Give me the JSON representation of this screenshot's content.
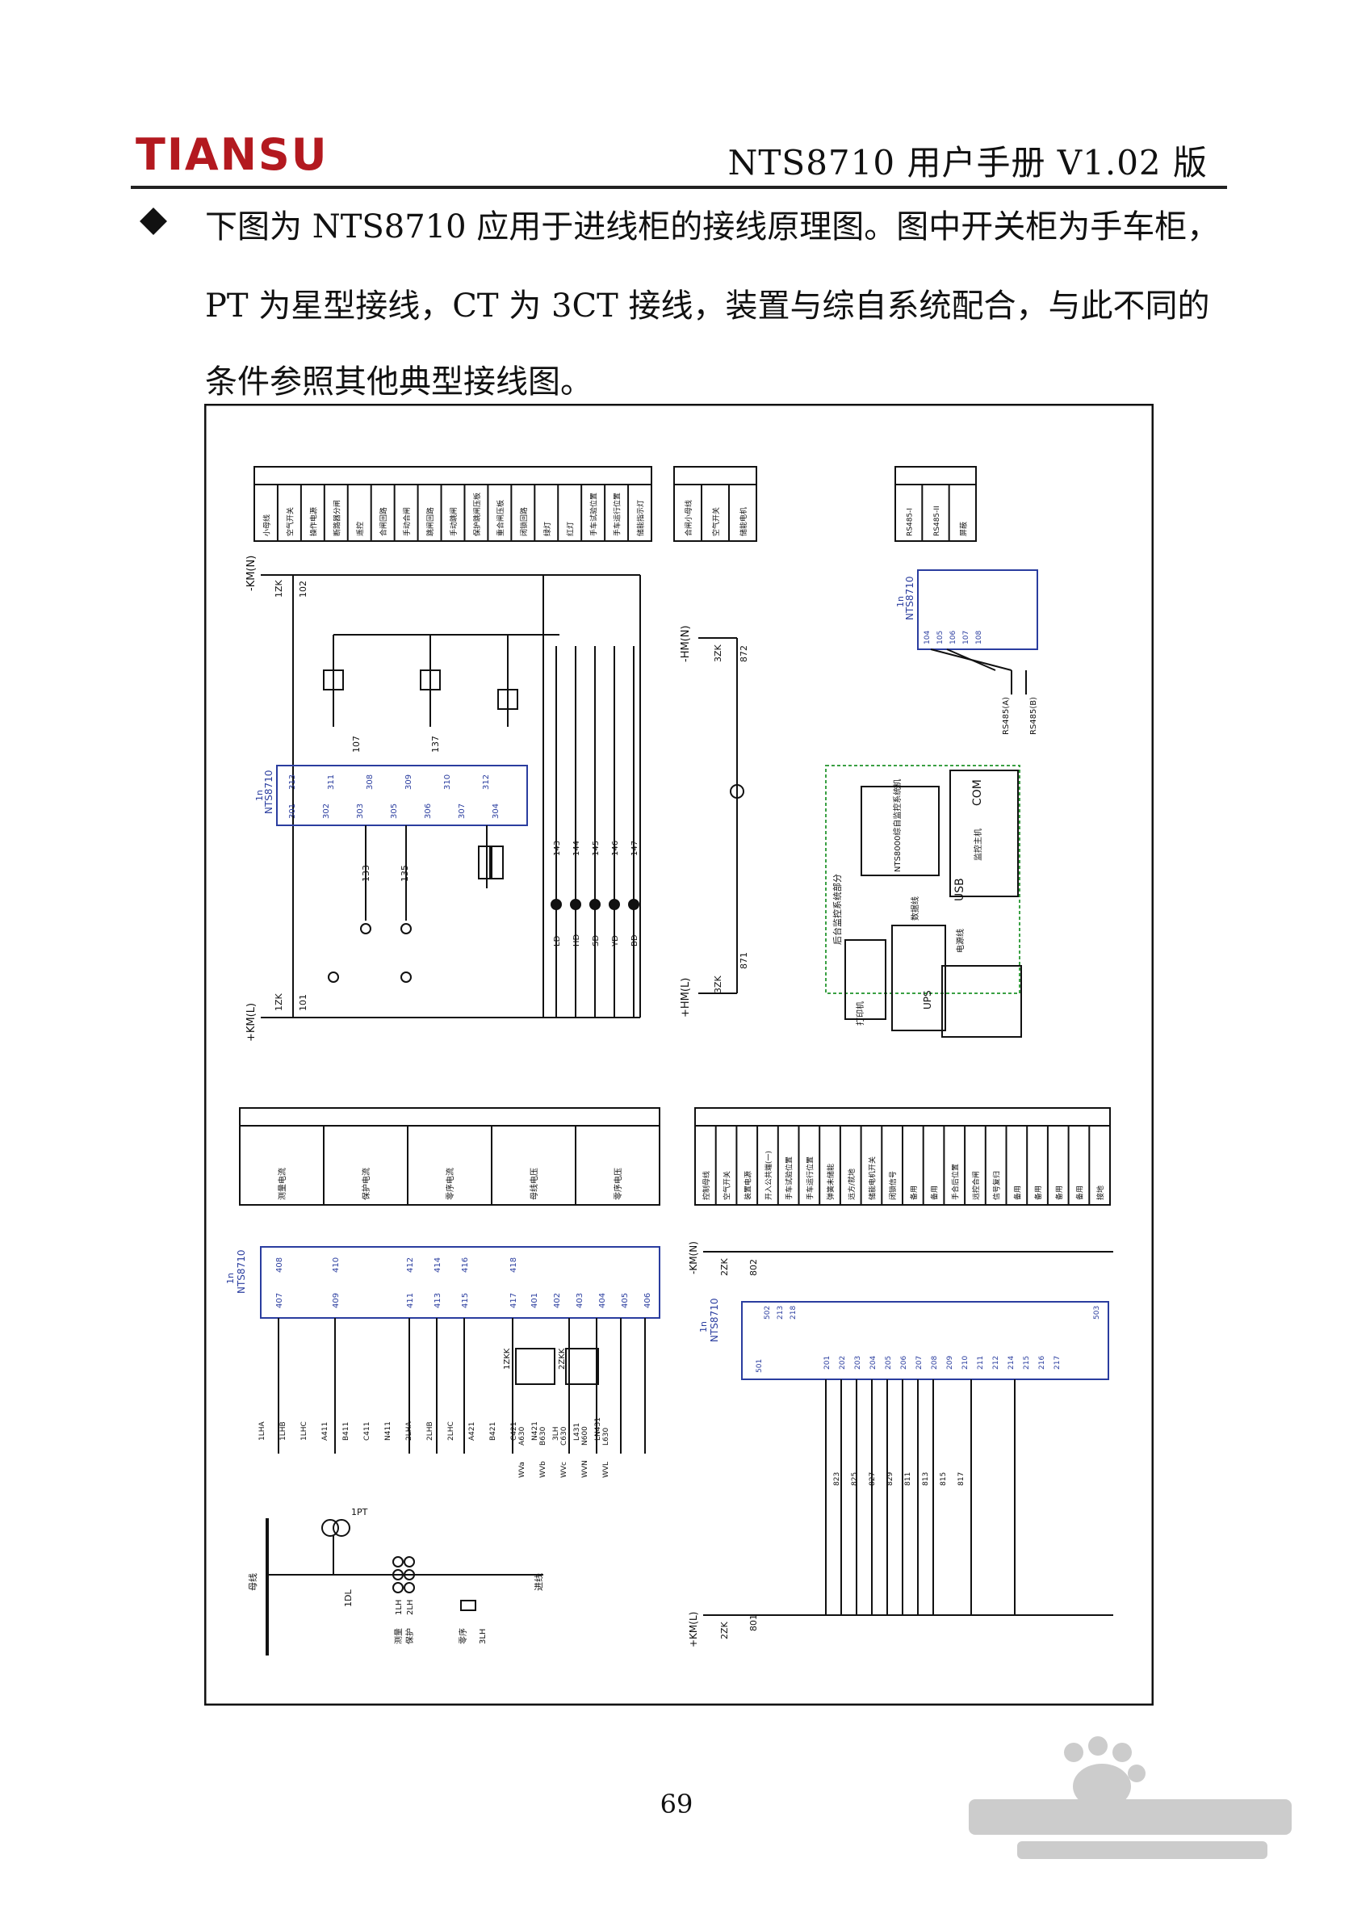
{
  "header": {
    "logo": "TIANSU",
    "title": "NTS8710 用户手册 V1.02 版"
  },
  "intro": {
    "line1": "下图为 NTS8710 应用于进线柜的接线原理图。图中开关柜为手车柜，",
    "line2": "PT 为星型接线，CT 为 3CT 接线，装置与综自系统配合，与此不同的",
    "line3": "条件参照其他典型接线图。"
  },
  "diagram": {
    "device": "NTS8710",
    "device_ref": "1n",
    "control_table_headers": [
      "小母线",
      "空气开关",
      "操作电源",
      "断路器分闸",
      "遥控",
      "合闸回路",
      "手动合闸",
      "跳闸回路",
      "手动跳闸",
      "保护跳闸压板",
      "重合闸压板",
      "闭锁回路",
      "绿灯",
      "红灯",
      "手车试验位置",
      "手车运行位置",
      "储能指示灯"
    ],
    "energy_table_headers": [
      "合闸小母线",
      "空气开关",
      "储能电机"
    ],
    "comm_table_headers": [
      "RS485-I",
      "RS485-II",
      "屏蔽"
    ],
    "bus_labels": [
      "-KM(N)",
      "+KM(L)",
      "-HM(N)",
      "+HM(L)"
    ],
    "breaker_labels": [
      "1ZK",
      "3ZK",
      "2ZK"
    ],
    "wire_numbers": [
      "102",
      "101",
      "107",
      "137",
      "143",
      "144",
      "145",
      "146",
      "147",
      "135",
      "133",
      "872",
      "871",
      "802",
      "801",
      "401",
      "402",
      "403",
      "404",
      "405",
      "406",
      "823",
      "825",
      "827",
      "829",
      "811",
      "813",
      "815",
      "817"
    ],
    "lamp_labels": [
      "LD",
      "HD",
      "SD",
      "YD",
      "BD"
    ],
    "terminals_top": [
      "313",
      "311",
      "308",
      "309",
      "310",
      "312",
      "301",
      "302",
      "303",
      "305",
      "306",
      "307",
      "304"
    ],
    "terminals_cur": [
      "408",
      "410",
      "412",
      "414",
      "416",
      "418",
      "407",
      "409",
      "411",
      "413",
      "415",
      "417"
    ],
    "terminals_bi": [
      "502",
      "213",
      "218",
      "503",
      "501",
      "201",
      "202",
      "203",
      "204",
      "205",
      "206",
      "207",
      "208",
      "209",
      "210",
      "211",
      "212",
      "214",
      "215",
      "216",
      "217"
    ],
    "comm_terms": [
      "104",
      "105",
      "106",
      "107",
      "108"
    ],
    "comm_lines": [
      "RS485(A)",
      "RS485(B)"
    ],
    "backend": {
      "title": "后台监控系统部分",
      "computer": "NTS8000综自监控系统机",
      "switch": "监控主机",
      "com": "COM",
      "usb": "USB",
      "ups": "UPS",
      "printer": "打印机",
      "data_line": "数据线",
      "power_line": "电源线"
    },
    "ct_table_headers": [
      "测量电流",
      "保护电流",
      "零序电流",
      "母线电压",
      "零序电压"
    ],
    "bi_table_headers": [
      "控制母线",
      "空气开关",
      "装置电源",
      "开入公共端(一)",
      "手车试验位置",
      "手车运行位置",
      "弹簧未储能",
      "远方/就地",
      "储能电机开关",
      "闭锁信号",
      "备用",
      "备用",
      "手合后位置",
      "远控合闸",
      "信号复归",
      "备用",
      "备用",
      "备用",
      "备用",
      "接地"
    ],
    "ct_labels": [
      "1LHA",
      "1LHB",
      "1LHC",
      "A411",
      "B411",
      "C411",
      "N411",
      "2LHA",
      "2LHB",
      "2LHC",
      "A421",
      "B421",
      "C421",
      "N421",
      "3LH",
      "L431",
      "LN431"
    ],
    "pt_labels": [
      "A630",
      "B630",
      "C630",
      "N600",
      "L630"
    ],
    "pt_labels2": [
      "WVa",
      "WVb",
      "WVc",
      "WVN",
      "WVL"
    ],
    "pt_breaker": "1ZKK",
    "pt_breaker2": "2ZKK",
    "one_line": {
      "bus": "母线",
      "pt": "1PT",
      "dl": "1DL",
      "meas": "测量",
      "prot": "保护",
      "lh1": "1LH",
      "lh2": "2LH",
      "zero": "零序",
      "lh3": "3LH",
      "line": "进线"
    }
  }
}
